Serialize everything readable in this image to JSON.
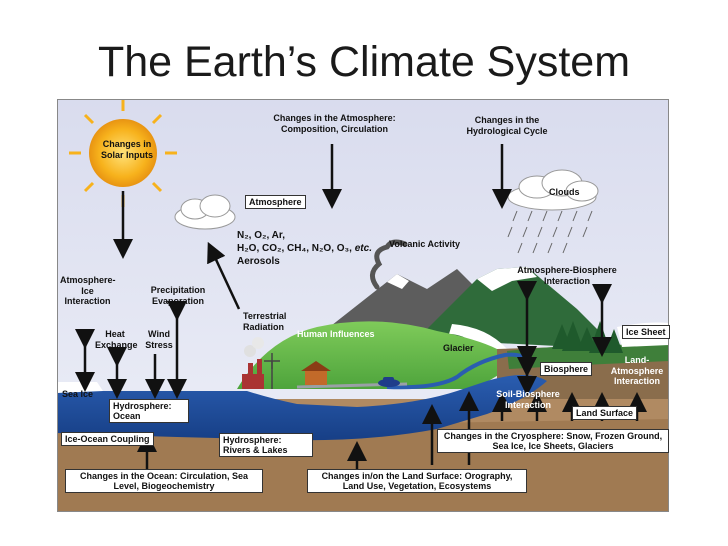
{
  "slide": {
    "title": "The Earth’s Climate System"
  },
  "labels": {
    "solar": "Changes in Solar Inputs",
    "atmos_change": "Changes in the Atmosphere: Composition, Circulation",
    "hydro_change": "Changes in the Hydrological Cycle",
    "clouds": "Clouds",
    "atmosphere": "Atmosphere",
    "gases": {
      "line1": "N₂, O₂, Ar,",
      "line2_a": "H₂O, CO₂, CH₄, N₂O, O₃, ",
      "line2_b": "etc.",
      "line3": "Aerosols"
    },
    "volcanic": "Volcanic Activity",
    "atmo_bio": "Atmosphere-Biosphere Interaction",
    "atmo_ice": "Atmosphere-Ice Interaction",
    "precip": "Precipitation Evaporation",
    "heat": "Heat Exchange",
    "wind": "Wind Stress",
    "terrestrial": "Terrestrial Radiation",
    "human": "Human Influences",
    "glacier": "Glacier",
    "ice_sheet": "Ice Sheet",
    "biosphere": "Biosphere",
    "land_atmo": "Land-Atmosphere Interaction",
    "sea_ice": "Sea Ice",
    "hydro_ocean": "Hydrosphere: Ocean",
    "soil_bio": "Soil-Biosphere Interaction",
    "land_surface": "Land Surface",
    "ice_ocean": "Ice-Ocean Coupling",
    "hydro_rivers": "Hydrosphere: Rivers & Lakes",
    "cryo_change": "Changes in the Cryosphere: Snow, Frozen Ground, Sea Ice, Ice Sheets, Glaciers",
    "ocean_change": "Changes in the Ocean: Circulation, Sea Level, Biogeochemistry",
    "land_change": "Changes in/on the Land Surface: Orography, Land Use, Vegetation, Ecosystems"
  },
  "colors": {
    "sky": "#dfe3f2",
    "ocean": "#1f4e9c",
    "land": "#b08a62",
    "grass": "#5fb648",
    "sun": "#f5b21c",
    "mountain": "#5a5a5a",
    "forest": "#2f6b3a"
  }
}
